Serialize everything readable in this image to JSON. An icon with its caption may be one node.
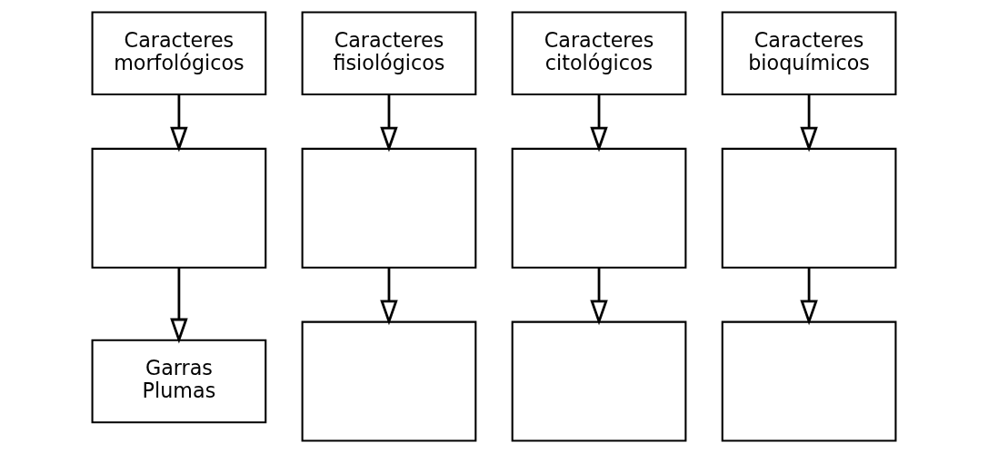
{
  "diagram": {
    "nodes": [
      {
        "text": [
          "Caracteres morfológicos"
        ]
      },
      {
        "text": [
          "Caracteres fisiológicos"
        ]
      },
      {
        "text": [
          "Caracteres citológicos"
        ]
      },
      {
        "text": [
          "Caracteres bioquímicos"
        ]
      },
      {
        "text": [],
        "shape": "box"
      },
      {
        "text": [],
        "shape": "box"
      },
      {
        "text": [],
        "shape": "box"
      },
      {
        "text": [],
        "shape": "box"
      },
      {
        "text": [
          "Garras",
          "Plumas"
        ]
      },
      {
        "text": [],
        "shape": "box"
      },
      {
        "text": [],
        "shape": "box"
      },
      {
        "text": [],
        "shape": "box"
      }
    ],
    "edges": [
      {
        "from": 0,
        "to": 4,
        "arrow": "to"
      },
      {
        "from": 1,
        "to": 5,
        "arrow": "to"
      },
      {
        "from": 2,
        "to": 6,
        "arrow": "to"
      },
      {
        "from": 3,
        "to": 7,
        "arrow": "to"
      },
      {
        "from": 4,
        "to": 8,
        "arrow": "to"
      },
      {
        "from": 5,
        "to": 9,
        "arrow": "to"
      },
      {
        "from": 6,
        "to": 10,
        "arrow": "to"
      },
      {
        "from": 7,
        "to": 11,
        "arrow": "to"
      }
    ]
  }
}
